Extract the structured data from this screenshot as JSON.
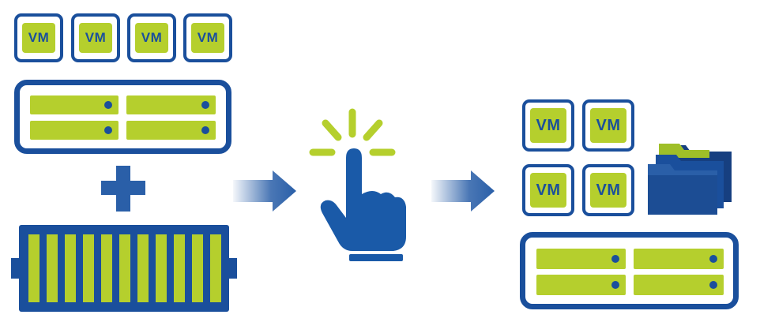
{
  "source_vms": [
    {
      "label": "VM"
    },
    {
      "label": "VM"
    },
    {
      "label": "VM"
    },
    {
      "label": "VM"
    }
  ],
  "target_vms": [
    {
      "label": "VM"
    },
    {
      "label": "VM"
    },
    {
      "label": "VM"
    },
    {
      "label": "VM"
    }
  ],
  "colors": {
    "blue": "#1a4f9c",
    "green": "#b5cf2d",
    "arrow": "#2a5fa8",
    "folder": "#1c4d94"
  },
  "icons": {
    "plus": "plus-icon",
    "storage": "storage-array-icon",
    "arrow": "arrow-right-icon",
    "click": "hand-click-icon",
    "folders": "folders-icon",
    "server": "server-icon"
  }
}
